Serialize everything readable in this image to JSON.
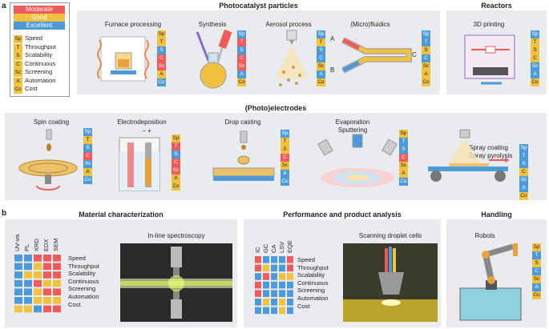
{
  "colors": {
    "moderate": "#ef5a5a",
    "good": "#f0c240",
    "excellent": "#4d9ad8",
    "panel": "#e9ebee"
  },
  "panel_labels": {
    "a": "a",
    "b": "b"
  },
  "legend": {
    "levels": [
      "Moderate",
      "Good",
      "Excellent"
    ],
    "items": [
      {
        "abbr": "Sp",
        "label": "Speed"
      },
      {
        "abbr": "T",
        "label": "Throughput"
      },
      {
        "abbr": "S",
        "label": "Scalability"
      },
      {
        "abbr": "C",
        "label": "Continuous"
      },
      {
        "abbr": "Sc",
        "label": "Screening"
      },
      {
        "abbr": "A",
        "label": "Automation"
      },
      {
        "abbr": "Co",
        "label": "Cost"
      }
    ]
  },
  "section_titles": {
    "photocatalyst": "Photocatalyst particles",
    "reactors": "Reactors",
    "electrodes": "(Photo)electrodes",
    "characterization": "Material characterization",
    "performance": "Performance and product analysis",
    "handling": "Handling"
  },
  "methods": {
    "furnace": "Furnace processing",
    "synthesis": "Synthesis",
    "aerosol": "Aerosol process",
    "fluidics": "(Micro)fluidics",
    "printing": "3D printing",
    "spin": "Spin coating",
    "electrodeposition": "Electrodeposition",
    "drop": "Drop casting",
    "evaporation": "Evaporation",
    "sputtering": "Sputtering",
    "spray_coating": "Spray coating",
    "spray_pyrolysis": "Spray pyrolysis",
    "inline": "In-line spectroscopy",
    "droplet": "Scanning droplet cells",
    "robots": "Robots"
  },
  "fluidic_labels": {
    "a": "A",
    "b": "B",
    "c": "C"
  },
  "electro_signs": "− +",
  "char_techniques": [
    "UV-vis",
    "PL",
    "XRD",
    "EDX",
    "SEM"
  ],
  "perf_techniques": [
    "IC",
    "GC",
    "CA",
    "LSV",
    "EQE"
  ],
  "metric_labels": [
    "Speed",
    "Throughput",
    "Scalability",
    "Continuous",
    "Screening",
    "Automation",
    "Cost"
  ],
  "chip_ratings": {
    "furnace": [
      "y",
      "y",
      "b",
      "r",
      "r",
      "y",
      "b"
    ],
    "synthesis": [
      "b",
      "r",
      "b",
      "r",
      "r",
      "b",
      "y"
    ],
    "aerosol": [
      "b",
      "y",
      "b",
      "b",
      "y",
      "b",
      "y"
    ],
    "fluidics": [
      "b",
      "b",
      "y",
      "b",
      "y",
      "y",
      "y"
    ],
    "printing": [
      "b",
      "y",
      "y",
      "y",
      "b",
      "b",
      "y"
    ],
    "spin": [
      "b",
      "y",
      "b",
      "r",
      "b",
      "y",
      "b"
    ],
    "electrodeposition": [
      "y",
      "r",
      "b",
      "r",
      "r",
      "y",
      "y"
    ],
    "drop": [
      "b",
      "y",
      "y",
      "r",
      "y",
      "b",
      "b"
    ],
    "evaporation": [
      "y",
      "b",
      "b",
      "r",
      "y",
      "y",
      "b"
    ],
    "spray": [
      "b",
      "b",
      "b",
      "y",
      "b",
      "b",
      "y"
    ],
    "robots": [
      "y",
      "b",
      "y",
      "b",
      "y",
      "b",
      "y"
    ]
  },
  "char_matrix": [
    [
      "b",
      "b",
      "r",
      "r",
      "r"
    ],
    [
      "b",
      "b",
      "y",
      "r",
      "r"
    ],
    [
      "b",
      "y",
      "y",
      "r",
      "r"
    ],
    [
      "b",
      "b",
      "r",
      "y",
      "y"
    ],
    [
      "b",
      "b",
      "y",
      "r",
      "r"
    ],
    [
      "b",
      "b",
      "y",
      "y",
      "y"
    ],
    [
      "y",
      "y",
      "b",
      "r",
      "r"
    ]
  ],
  "perf_matrix": [
    [
      "r",
      "b",
      "b",
      "b",
      "r"
    ],
    [
      "r",
      "y",
      "b",
      "b",
      "r"
    ],
    [
      "b",
      "r",
      "b",
      "y",
      "y"
    ],
    [
      "r",
      "b",
      "b",
      "b",
      "b"
    ],
    [
      "r",
      "b",
      "b",
      "b",
      "b"
    ],
    [
      "b",
      "y",
      "b",
      "y",
      "b"
    ],
    [
      "b",
      "b",
      "b",
      "y",
      "b"
    ]
  ]
}
